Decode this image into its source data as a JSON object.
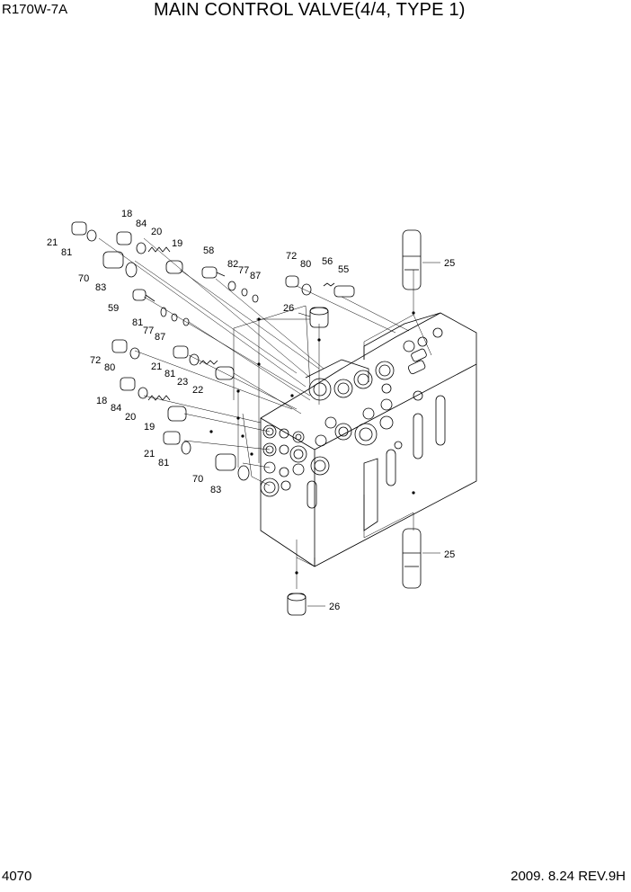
{
  "header": {
    "model": "R170W-7A",
    "title": "MAIN CONTROL VALVE(4/4, TYPE 1)"
  },
  "footer": {
    "page": "4070",
    "date": "2009. 8.24  REV.9H"
  },
  "labels": {
    "p21a": "21",
    "p81a": "81",
    "p18a": "18",
    "p84a": "84",
    "p20a": "20",
    "p19a": "19",
    "p70a": "70",
    "p83a": "83",
    "p58": "58",
    "p82": "82",
    "p77a": "77",
    "p87a": "87",
    "p72a": "72",
    "p80a": "80",
    "p56": "56",
    "p55": "55",
    "p25a": "25",
    "p59": "59",
    "p81b": "81",
    "p77b": "77",
    "p87b": "87",
    "p26a": "26",
    "p72b": "72",
    "p80b": "80",
    "p21b": "21",
    "p81c": "81",
    "p23": "23",
    "p22": "22",
    "p18b": "18",
    "p84b": "84",
    "p20b": "20",
    "p19b": "19",
    "p21c": "21",
    "p81d": "81",
    "p70b": "70",
    "p83b": "83",
    "p25b": "25",
    "p26b": "26"
  }
}
